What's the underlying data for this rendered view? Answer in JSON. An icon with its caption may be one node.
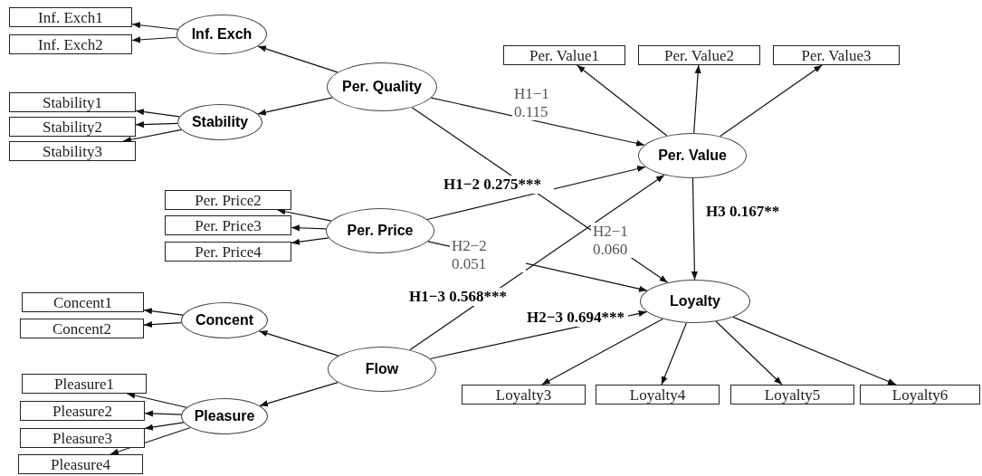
{
  "diagram": {
    "nodes": [
      {
        "text": [
          "Inf. Exch1"
        ]
      },
      {
        "text": [
          "Inf. Exch2"
        ]
      },
      {
        "text": [
          "Inf. Exch"
        ]
      },
      {
        "text": [
          "Per. Quality"
        ]
      },
      {
        "text": [
          "Stability1"
        ]
      },
      {
        "text": [
          "Stability2"
        ]
      },
      {
        "text": [
          "Stability3"
        ]
      },
      {
        "text": [
          "Stability"
        ]
      },
      {
        "text": [
          "Per. Value1"
        ]
      },
      {
        "text": [
          "Per. Value2"
        ]
      },
      {
        "text": [
          "Per. Value3"
        ]
      },
      {
        "text": [
          "Per. Value"
        ]
      },
      {
        "text": [
          "Per. Price2"
        ]
      },
      {
        "text": [
          "Per. Price3"
        ]
      },
      {
        "text": [
          "Per. Price4"
        ]
      },
      {
        "text": [
          "Per. Price"
        ]
      },
      {
        "text": [
          "Concent1"
        ]
      },
      {
        "text": [
          "Concent2"
        ]
      },
      {
        "text": [
          "Concent"
        ]
      },
      {
        "text": [
          "Loyalty"
        ]
      },
      {
        "text": [
          "Flow"
        ]
      },
      {
        "text": [
          "Pleasure1"
        ]
      },
      {
        "text": [
          "Pleasure2"
        ]
      },
      {
        "text": [
          "Pleasure3"
        ]
      },
      {
        "text": [
          "Pleasure4"
        ]
      },
      {
        "text": [
          "Pleasure"
        ]
      },
      {
        "text": [
          "Loyalty3"
        ]
      },
      {
        "text": [
          "Loyalty4"
        ]
      },
      {
        "text": [
          "Loyalty5"
        ]
      },
      {
        "text": [
          "Loyalty6"
        ]
      }
    ],
    "edges": [
      {
        "from": 2,
        "to": 0,
        "arrow": "to"
      },
      {
        "from": 2,
        "to": 1,
        "arrow": "to"
      },
      {
        "from": 3,
        "to": 2,
        "arrow": "to"
      },
      {
        "from": 3,
        "to": 7,
        "arrow": "to"
      },
      {
        "from": 7,
        "to": 4,
        "arrow": "to"
      },
      {
        "from": 7,
        "to": 5,
        "arrow": "to"
      },
      {
        "from": 7,
        "to": 6,
        "arrow": "to"
      },
      {
        "from": 11,
        "to": 8,
        "arrow": "to"
      },
      {
        "from": 11,
        "to": 9,
        "arrow": "to"
      },
      {
        "from": 11,
        "to": 10,
        "arrow": "to"
      },
      {
        "from": 15,
        "to": 12,
        "arrow": "to"
      },
      {
        "from": 15,
        "to": 13,
        "arrow": "to"
      },
      {
        "from": 15,
        "to": 14,
        "arrow": "to"
      },
      {
        "from": 18,
        "to": 16,
        "arrow": "to"
      },
      {
        "from": 18,
        "to": 17,
        "arrow": "to"
      },
      {
        "from": 20,
        "to": 18,
        "arrow": "to"
      },
      {
        "from": 20,
        "to": 25,
        "arrow": "to"
      },
      {
        "from": 25,
        "to": 21,
        "arrow": "to"
      },
      {
        "from": 25,
        "to": 22,
        "arrow": "to"
      },
      {
        "from": 25,
        "to": 23,
        "arrow": "to"
      },
      {
        "from": 25,
        "to": 24,
        "arrow": "to"
      },
      {
        "from": 19,
        "to": 26,
        "arrow": "to"
      },
      {
        "from": 19,
        "to": 27,
        "arrow": "to"
      },
      {
        "from": 19,
        "to": 28,
        "arrow": "to"
      },
      {
        "from": 19,
        "to": 29,
        "arrow": "to"
      },
      {
        "from": 3,
        "to": 11,
        "arrow": "to",
        "label": "H1−1 0.115"
      },
      {
        "from": 15,
        "to": 11,
        "arrow": "to",
        "label": "H1−2 0.275***"
      },
      {
        "from": 20,
        "to": 11,
        "arrow": "to",
        "label": "H1−3 0.568***"
      },
      {
        "from": 3,
        "to": 19,
        "arrow": "to",
        "label": "H2−1 0.060"
      },
      {
        "from": 15,
        "to": 19,
        "arrow": "to",
        "label": "H2−2 0.051"
      },
      {
        "from": 20,
        "to": 19,
        "arrow": "to",
        "label": "H2−3 0.694***"
      },
      {
        "from": 11,
        "to": 19,
        "arrow": "to",
        "label": "H3 0.167**"
      }
    ]
  }
}
